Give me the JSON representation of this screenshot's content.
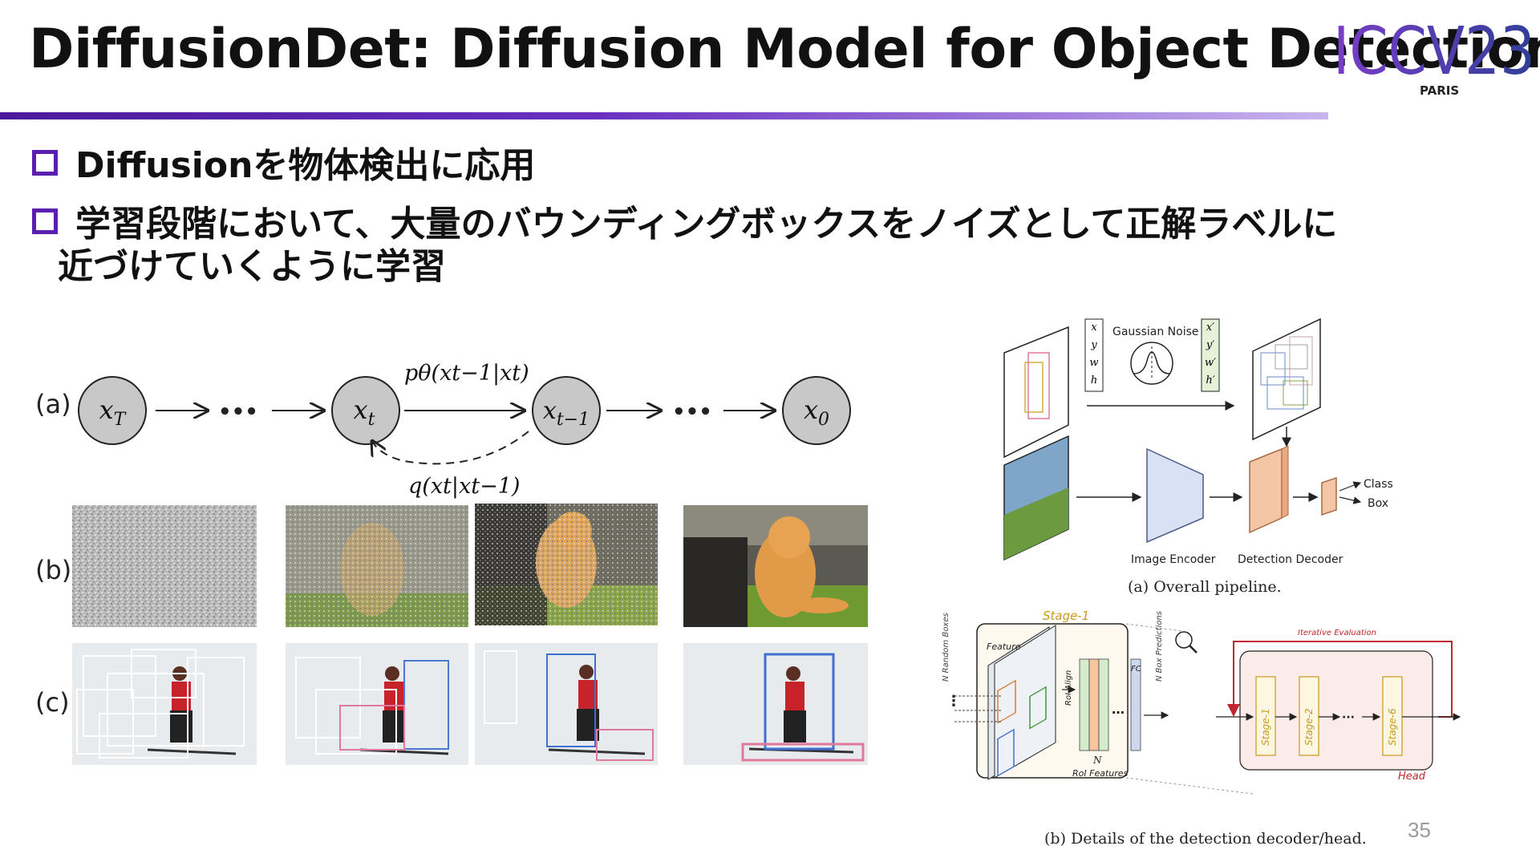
{
  "slide": {
    "title": "DiffusionDet: Diffusion Model for Object Detection",
    "page_number": "35"
  },
  "logo": {
    "text": "ICCV23",
    "subtext": "PARIS"
  },
  "bullets": [
    "Diffusionを物体検出に応用",
    "学習段階において、大量のバウンディングボックスをノイズとして正解ラベルに",
    "近づけていくように学習"
  ],
  "left_figure": {
    "row_labels": [
      "(a)",
      "(b)",
      "(c)"
    ],
    "chain_nodes": [
      "x_T",
      "x_t",
      "x_{t-1}",
      "x_0"
    ],
    "forward_label": "pθ(xt−1|xt)",
    "reverse_label": "q(xt|xt−1)",
    "ellipsis": "•••"
  },
  "right_figure": {
    "pipeline": {
      "box_coords": [
        "x",
        "y",
        "w",
        "h"
      ],
      "noisy_coords": [
        "x′",
        "y′",
        "w′",
        "h′"
      ],
      "noise_label": "Gaussian Noise",
      "encoder_label": "Image Encoder",
      "decoder_label": "Detection Decoder",
      "outputs": [
        "Class",
        "Box"
      ],
      "caption": "(a) Overall pipeline."
    },
    "decoder": {
      "stage_label": "Stage-1",
      "random_boxes_label": "N Random Boxes",
      "feature_label": "Feature",
      "roi_align_label": "RoI Align",
      "roi_features_n": "N",
      "roi_features_label": "RoI Features",
      "fc_label": "FC",
      "predictions_label": "N Box Predictions",
      "iterative_label": "Iterative Evaluation",
      "head_stages": [
        "Stage-1",
        "Stage-2",
        "Stage-6"
      ],
      "head_label": "Head",
      "ellipsis": "···",
      "caption": "(b) Details of the detection decoder/head."
    }
  },
  "colors": {
    "accent": "#5a1fb0",
    "logo_gradient_start": "#7a3dc8",
    "logo_gradient_end": "#2f3f98",
    "decoder_orange": "#f5c6a6",
    "encoder_blue": "#d8e2f4",
    "iterative_red": "#c0262d",
    "stage_gold": "#c99a1a"
  }
}
